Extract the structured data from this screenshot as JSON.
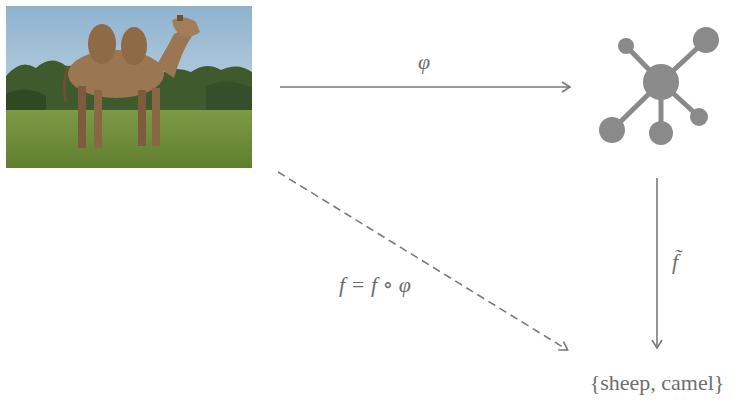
{
  "diagram": {
    "nodes": [
      {
        "text": []
      },
      {
        "text": []
      },
      {
        "text": [
          "{sheep, camel}"
        ]
      }
    ],
    "edges": [
      {
        "from": 0,
        "to": 1,
        "arrow": "to",
        "label": "φ"
      },
      {
        "from": 1,
        "to": 2,
        "arrow": "to",
        "label": "f̃"
      },
      {
        "from": 0,
        "to": 2,
        "arrow": "to",
        "label": "f = f ∘ φ"
      }
    ]
  }
}
